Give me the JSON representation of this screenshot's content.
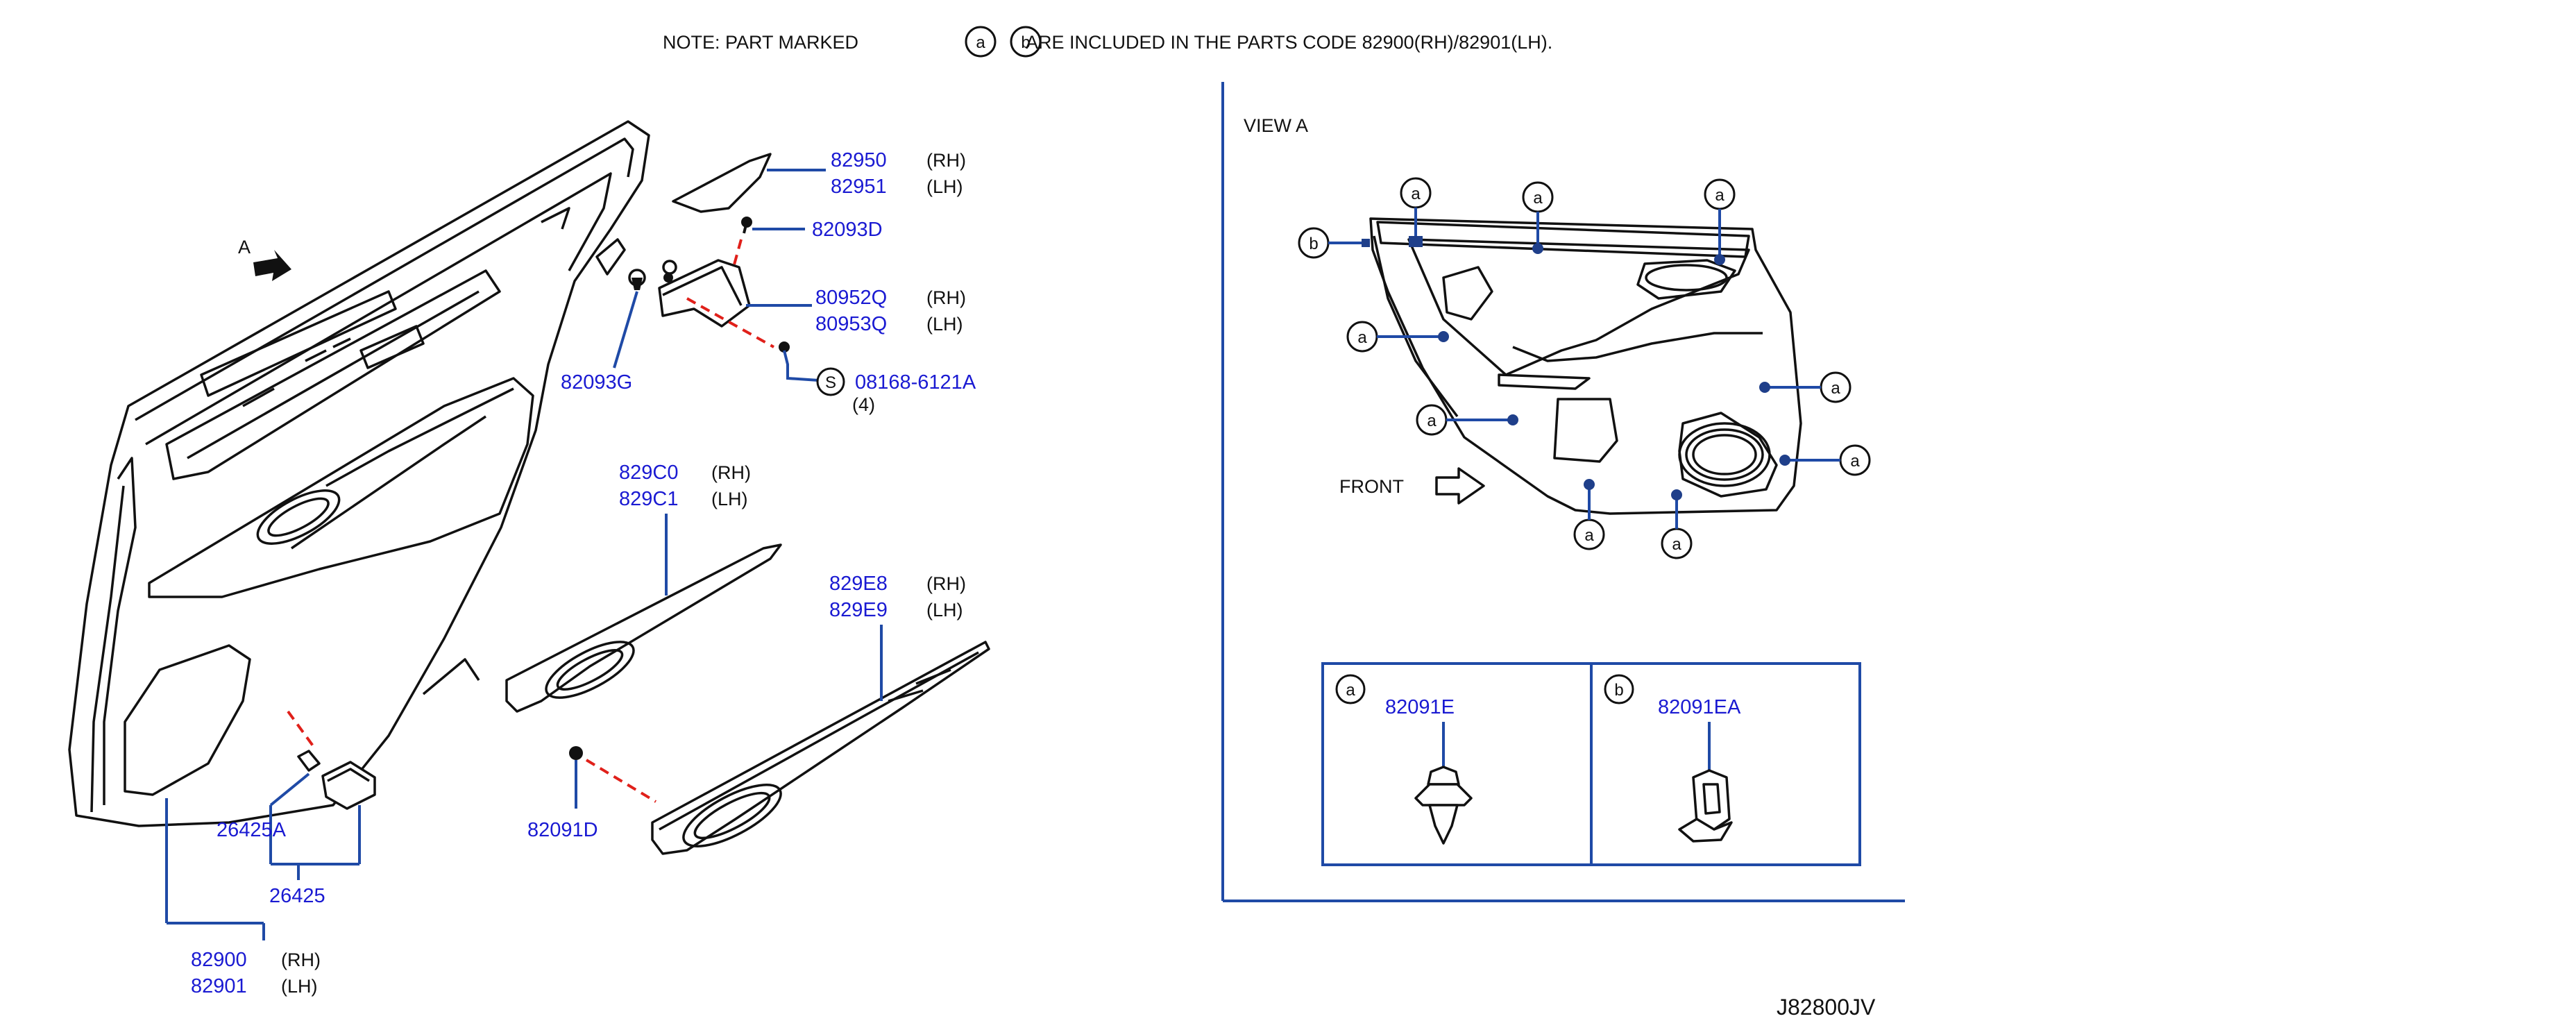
{
  "note": {
    "prefix": "NOTE:   PART   MARKED",
    "mark_a": "a",
    "mark_b": "b",
    "suffix": "ARE   INCLUDED   IN   THE   PARTS   CODE   82900(RH)/82901(LH)."
  },
  "view_arrow_label": "A",
  "view_a": {
    "title": "VIEW    A",
    "front_label": "FRONT",
    "callout_a": "a",
    "callout_b": "b"
  },
  "parts": {
    "p82950": "82950",
    "p82951": "82951",
    "p82093D": "82093D",
    "p80952Q": "80952Q",
    "p80953Q": "80953Q",
    "p08168": "08168-6121A",
    "p08168_qty": "(4)",
    "s_mark": "S",
    "p82093G": "82093G",
    "p829C0": "829C0",
    "p829C1": "829C1",
    "p829E8": "829E8",
    "p829E9": "829E9",
    "p82091D": "82091D",
    "p26425A": "26425A",
    "p26425": "26425",
    "p82900": "82900",
    "p82901": "82901",
    "rh": "(RH)",
    "lh": "(LH)"
  },
  "legend": {
    "a_mark": "a",
    "a_part": "82091E",
    "b_mark": "b",
    "b_part": "82091EA"
  },
  "diagram_code": "J82800JV",
  "colors": {
    "part_number": "#1a1ad2",
    "leader_line": "#1f4aa6",
    "dashed_line": "#e0201a",
    "outline": "#111111"
  }
}
